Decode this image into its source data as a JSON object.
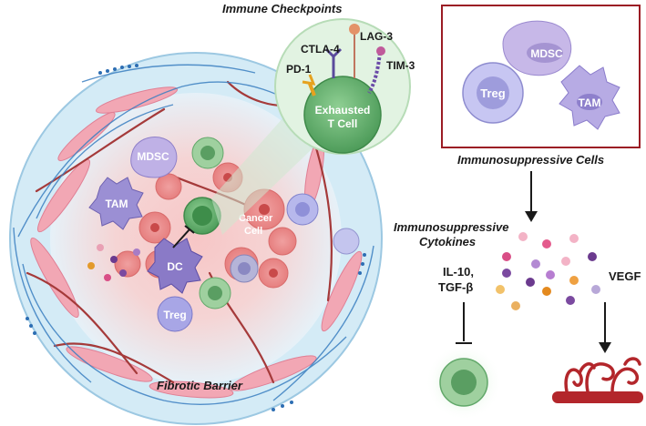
{
  "title": "Immune Checkpoints",
  "checkpoints": {
    "ctla4": "CTLA-4",
    "lag3": "LAG-3",
    "pd1": "PD-1",
    "tim3": "TIM-3",
    "exhausted_line1": "Exhausted",
    "exhausted_line2": "T Cell"
  },
  "suppressive_cells": {
    "caption": "Immunosuppressive Cells",
    "mdsc": "MDSC",
    "treg": "Treg",
    "tam": "TAM"
  },
  "tumor": {
    "mdsc": "MDSC",
    "tam": "TAM",
    "dc": "DC",
    "treg": "Treg",
    "cancer_line1": "Cancer",
    "cancer_line2": "Cell",
    "barrier": "Fibrotic Barrier"
  },
  "cytokines": {
    "caption_line1": "Immunosuppressive",
    "caption_line2": "Cytokines",
    "il10": "IL-10,",
    "tgfb": "TGF-β",
    "vegf": "VEGF"
  },
  "colors": {
    "box_border": "#9b1c24",
    "tcell_green": "#5daa6a",
    "vessel_red": "#b3262b",
    "purple_cell": "#a79ad8",
    "treg_blue": "#a8a6e6"
  }
}
